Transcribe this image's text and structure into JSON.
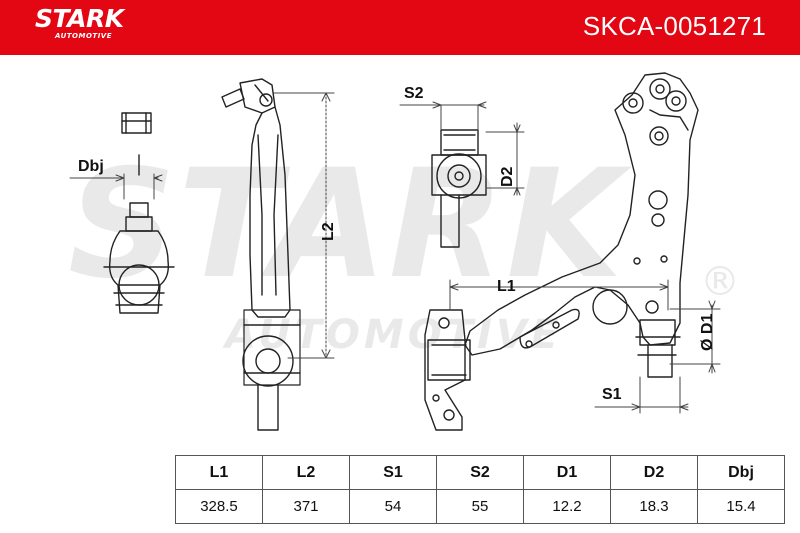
{
  "header": {
    "brand": "STARK",
    "brand_sub": "AUTOMOTIVE",
    "part_number": "SKCA-0051271",
    "brand_color": "#e30613"
  },
  "watermark": {
    "main": "STARK",
    "sub": "AUTOMOTIVE",
    "registered": "®"
  },
  "dimension_labels": {
    "dbj": "Dbj",
    "l2": "L2",
    "s2": "S2",
    "d2": "D2",
    "l1": "L1",
    "d1": "Ø D1",
    "s1": "S1"
  },
  "specs": {
    "headers": [
      "L1",
      "L2",
      "S1",
      "S2",
      "D1",
      "D2",
      "Dbj"
    ],
    "values": [
      "328.5",
      "371",
      "54",
      "55",
      "12.2",
      "18.3",
      "15.4"
    ]
  }
}
